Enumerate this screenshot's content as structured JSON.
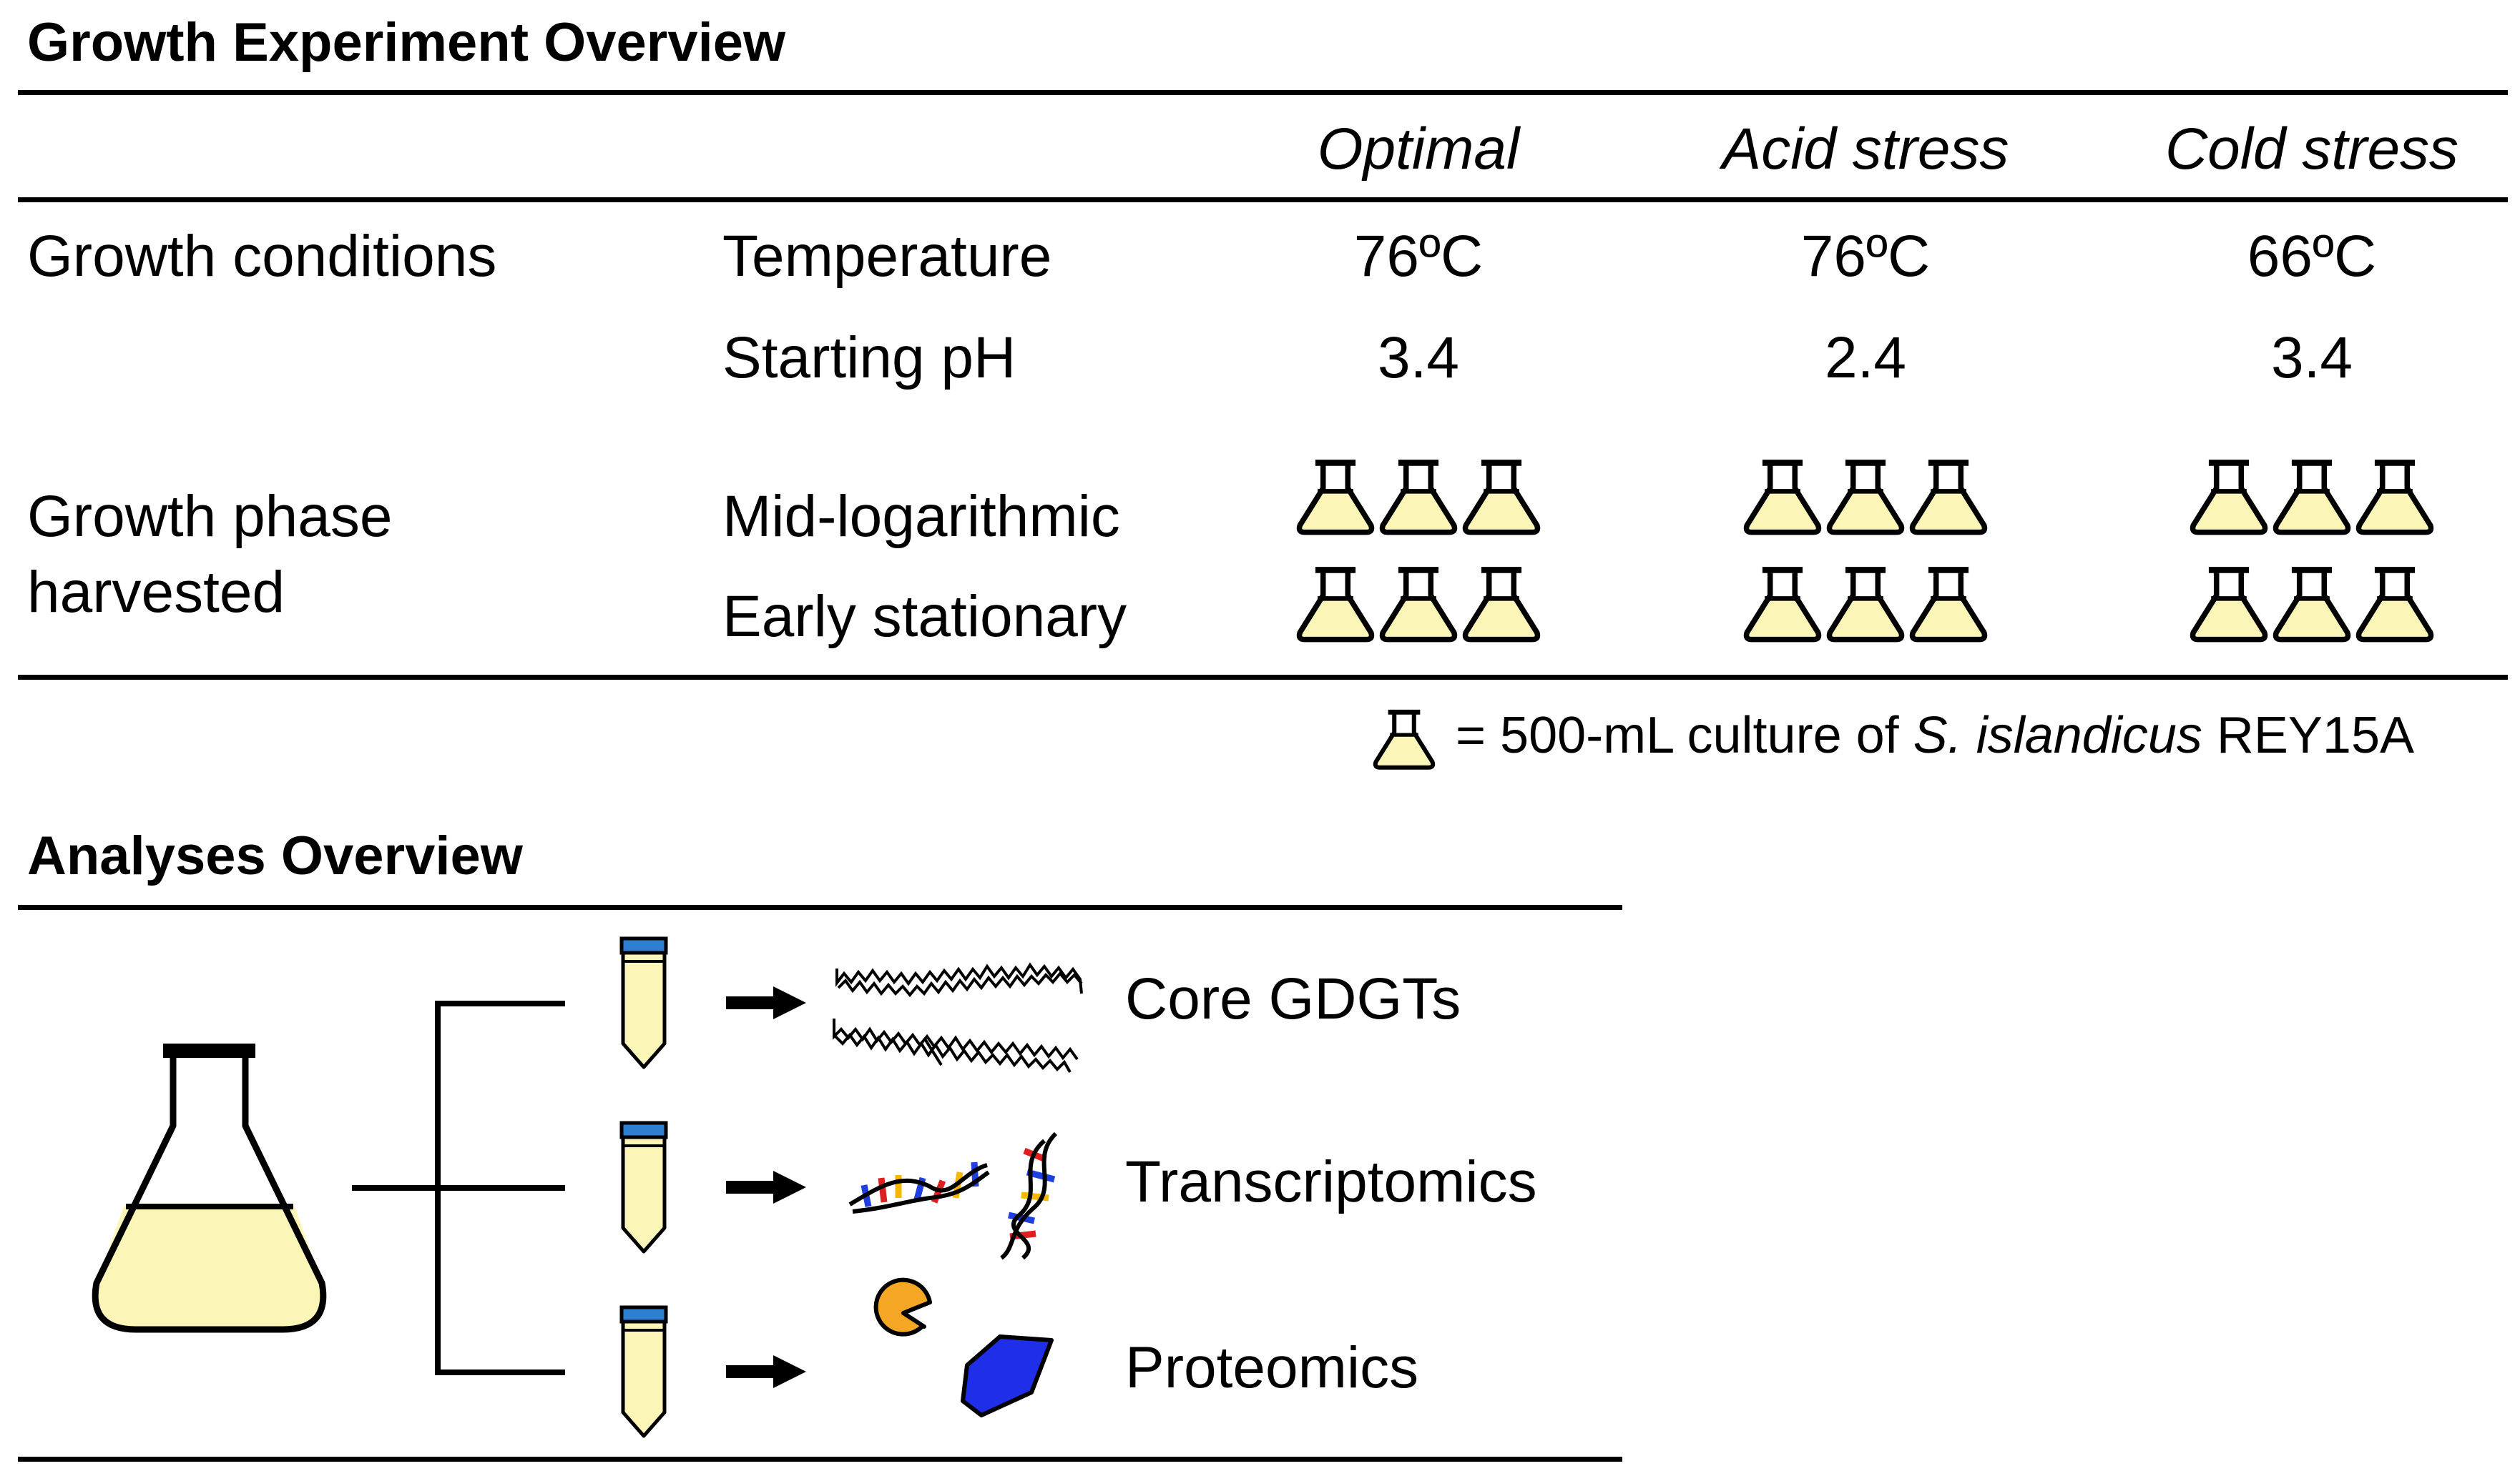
{
  "growth": {
    "title": "Growth Experiment Overview",
    "columns": [
      "Optimal",
      "Acid stress",
      "Cold stress"
    ],
    "conditions_label": "Growth conditions",
    "temperature_label": "Temperature",
    "temperatures": [
      "76ºC",
      "76ºC",
      "66ºC"
    ],
    "ph_label": "Starting pH",
    "ph_values": [
      "3.4",
      "2.4",
      "3.4"
    ],
    "phase_label_line1": "Growth phase",
    "phase_label_line2": "harvested",
    "phases": [
      "Mid-logarithmic",
      "Early stationary"
    ],
    "replicates_per_condition": 3
  },
  "legend": {
    "prefix": "= 500-mL culture of ",
    "species": "S. islandicus",
    "strain": " REY15A"
  },
  "analyses": {
    "title": "Analyses Overview",
    "items": [
      "Core GDGTs",
      "Transcriptomics",
      "Proteomics"
    ]
  },
  "colors": {
    "liquid": "#fbf6b8",
    "tube_cap": "#2f7fd1",
    "protein_orange": "#f5a623",
    "protein_blue": "#1f2ee8",
    "dna_blue": "#1f3fdf",
    "dna_red": "#e02020",
    "dna_yellow": "#f5b800"
  }
}
